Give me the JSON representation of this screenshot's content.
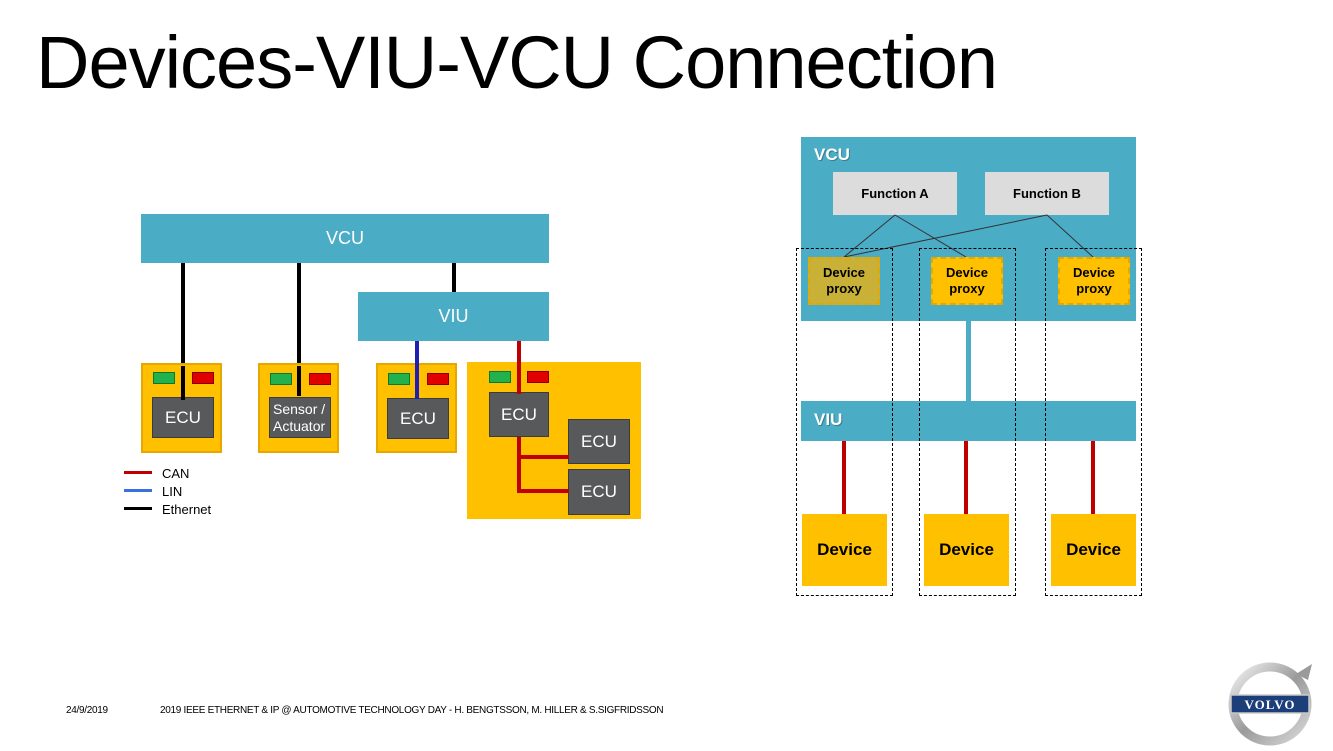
{
  "title": "Devices-VIU-VCU Connection",
  "left_diagram": {
    "vcu_label": "VCU",
    "viu_label": "VIU",
    "ecu_label": "ECU",
    "sensor_label_line1": "Sensor /",
    "sensor_label_line2": "Actuator",
    "legend": [
      {
        "label": "CAN",
        "color": "#c00000"
      },
      {
        "label": "LIN",
        "color": "#3a6fe0"
      },
      {
        "label": "Ethernet",
        "color": "#000000"
      }
    ]
  },
  "right_diagram": {
    "vcu_label": "VCU",
    "viu_label": "VIU",
    "function_a": "Function A",
    "function_b": "Function B",
    "proxy_line1": "Device",
    "proxy_line2": "proxy",
    "device_label": "Device"
  },
  "footer": {
    "date": "24/9/2019",
    "event": "2019 IEEE ETHERNET & IP @ AUTOMOTIVE TECHNOLOGY DAY - H. BENGTSSON, M. HILLER & S.SIGFRIDSSON"
  },
  "logo": {
    "text": "VOLVO"
  },
  "colors": {
    "blue": "#4bacc6",
    "yellow": "#ffc000",
    "ecu_gray": "#58595b",
    "can_red": "#c00000",
    "lin_blue": "#1f1fb4"
  }
}
